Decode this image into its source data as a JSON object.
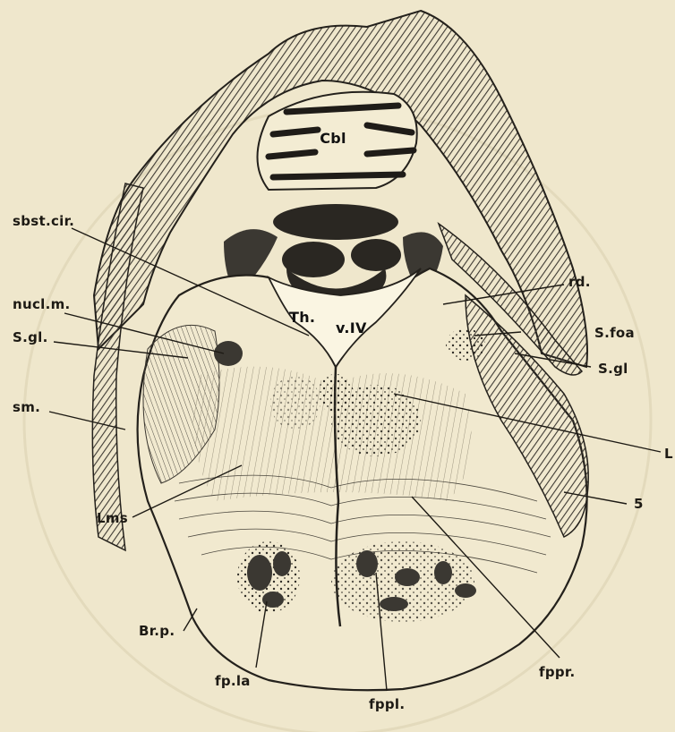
{
  "labels": {
    "cbl": "Cbl",
    "th": "Th.",
    "v4": "v.IV",
    "sbst_cir": "sbst.cir.",
    "nucl_m": "nucl.m.",
    "s_gl_left": "S.gl.",
    "sm": "sm.",
    "lms": "Lms",
    "br_p": "Br.p.",
    "fp_la": "fp.la",
    "fppl": "fppl.",
    "fppr": "fppr.",
    "five": "5",
    "l": "L",
    "s_gl_right": "S.gl",
    "s_foa": "S.foa",
    "rd": "rd."
  },
  "colors": {
    "paper": "#efe7cc",
    "ink": "#1d1a14"
  }
}
